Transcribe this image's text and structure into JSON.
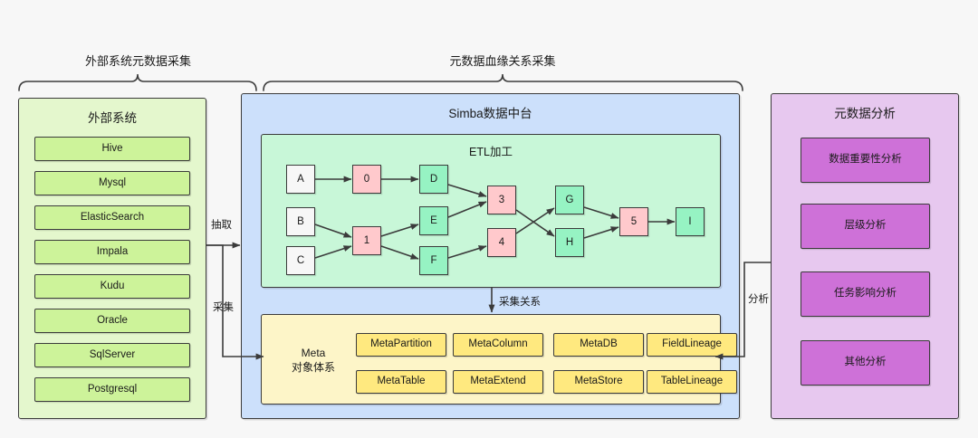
{
  "diagram": {
    "groups": [
      {
        "caption": "外部系统元数据采集"
      },
      {
        "caption": "元数据血缘关系采集"
      }
    ],
    "external_panel": {
      "title": "外部系统",
      "items": [
        {
          "label": "Hive"
        },
        {
          "label": "Mysql"
        },
        {
          "label": "ElasticSearch"
        },
        {
          "label": "Impala"
        },
        {
          "label": "Kudu"
        },
        {
          "label": "Oracle"
        },
        {
          "label": "SqlServer"
        },
        {
          "label": "Postgresql"
        }
      ]
    },
    "simba_panel": {
      "title": "Simba数据中台",
      "etl": {
        "title": "ETL加工",
        "nodes": [
          {
            "id": "A",
            "label": "A",
            "kind": "source"
          },
          {
            "id": "B",
            "label": "B",
            "kind": "source"
          },
          {
            "id": "C",
            "label": "C",
            "kind": "source"
          },
          {
            "id": "0",
            "label": "0",
            "kind": "task"
          },
          {
            "id": "1",
            "label": "1",
            "kind": "task"
          },
          {
            "id": "3",
            "label": "3",
            "kind": "task"
          },
          {
            "id": "4",
            "label": "4",
            "kind": "task"
          },
          {
            "id": "5",
            "label": "5",
            "kind": "task"
          },
          {
            "id": "D",
            "label": "D",
            "kind": "table"
          },
          {
            "id": "E",
            "label": "E",
            "kind": "table"
          },
          {
            "id": "F",
            "label": "F",
            "kind": "table"
          },
          {
            "id": "G",
            "label": "G",
            "kind": "table"
          },
          {
            "id": "H",
            "label": "H",
            "kind": "table"
          },
          {
            "id": "I",
            "label": "I",
            "kind": "table"
          }
        ],
        "edges": [
          {
            "from": "A",
            "to": "0"
          },
          {
            "from": "0",
            "to": "D"
          },
          {
            "from": "B",
            "to": "1"
          },
          {
            "from": "C",
            "to": "1"
          },
          {
            "from": "1",
            "to": "E"
          },
          {
            "from": "1",
            "to": "F"
          },
          {
            "from": "D",
            "to": "3"
          },
          {
            "from": "E",
            "to": "3"
          },
          {
            "from": "F",
            "to": "4"
          },
          {
            "from": "3",
            "to": "H"
          },
          {
            "from": "4",
            "to": "G"
          },
          {
            "from": "G",
            "to": "5"
          },
          {
            "from": "H",
            "to": "5"
          },
          {
            "from": "5",
            "to": "I"
          }
        ]
      },
      "meta": {
        "label": "Meta\n对象体系",
        "label_line1": "Meta",
        "label_line2": "对象体系",
        "items_row1": [
          {
            "label": "MetaPartition"
          },
          {
            "label": "MetaColumn"
          },
          {
            "label": "MetaDB"
          },
          {
            "label": "FieldLineage"
          }
        ],
        "items_row2": [
          {
            "label": "MetaTable"
          },
          {
            "label": "MetaExtend"
          },
          {
            "label": "MetaStore"
          },
          {
            "label": "TableLineage"
          }
        ]
      }
    },
    "analysis_panel": {
      "title": "元数据分析",
      "items": [
        {
          "label": "数据重要性分析"
        },
        {
          "label": "层级分析"
        },
        {
          "label": "任务影响分析"
        },
        {
          "label": "其他分析"
        }
      ]
    },
    "connectors": [
      {
        "id": "extract",
        "label": "抽取"
      },
      {
        "id": "collect",
        "label": "采集"
      },
      {
        "id": "collect-relation",
        "label": "采集关系"
      },
      {
        "id": "analyze",
        "label": "分析"
      }
    ],
    "colors": {
      "background": "#f7f7f7",
      "external_panel": "#e4f7cd",
      "external_chip": "#cdf39a",
      "simba_panel": "#cce0fb",
      "etl_box": "#c8f7d8",
      "meta_box": "#fdf5c8",
      "meta_chip": "#ffe97f",
      "analysis_panel": "#e7c8ef",
      "analysis_chip": "#ce71d8",
      "node_source": "#f7f7f7",
      "node_task": "#ffc9cc",
      "node_table": "#96f3c3",
      "stroke": "#3b3b3b"
    }
  }
}
